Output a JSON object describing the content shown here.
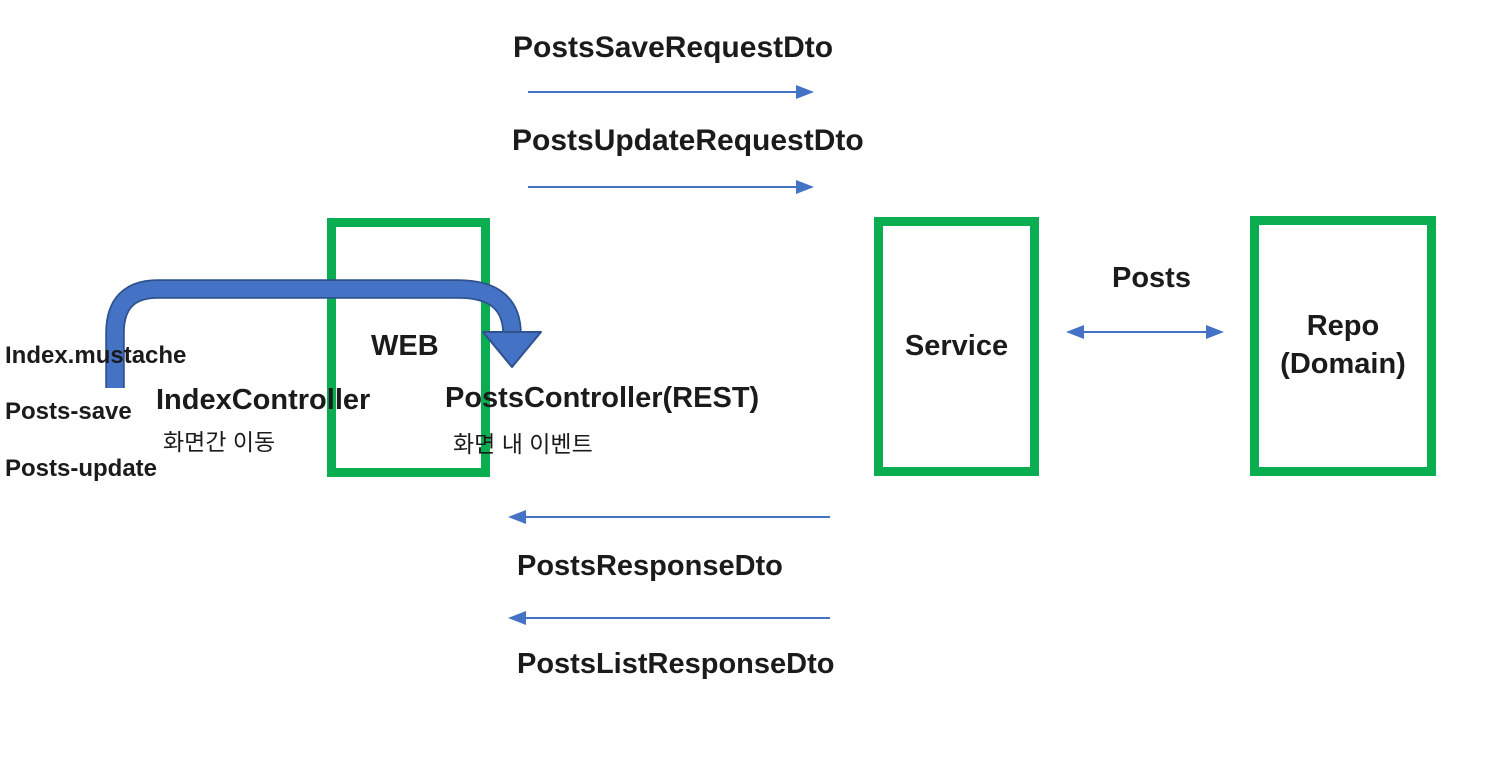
{
  "flows": {
    "save": "PostsSaveRequestDto",
    "update": "PostsUpdateRequestDto",
    "response": "PostsResponseDto",
    "list_response": "PostsListResponseDto"
  },
  "boxes": {
    "web": "WEB",
    "service": "Service",
    "repo_line1": "Repo",
    "repo_line2": "(Domain)"
  },
  "left_labels": {
    "mustache": "Index.mustache",
    "save": "Posts-save",
    "update": "Posts-update"
  },
  "controllers": {
    "index_name": "IndexController",
    "index_note": "화면간 이동",
    "posts_name": "PostsController(REST)",
    "posts_note": "화면 내 이벤트"
  },
  "links": {
    "service_repo": "Posts"
  },
  "colors": {
    "box_border_green": "#0aad4f",
    "arrow_blue": "#4472c4",
    "arrow_outline_dark_blue": "#2f528f",
    "text": "#1b1b1b"
  }
}
